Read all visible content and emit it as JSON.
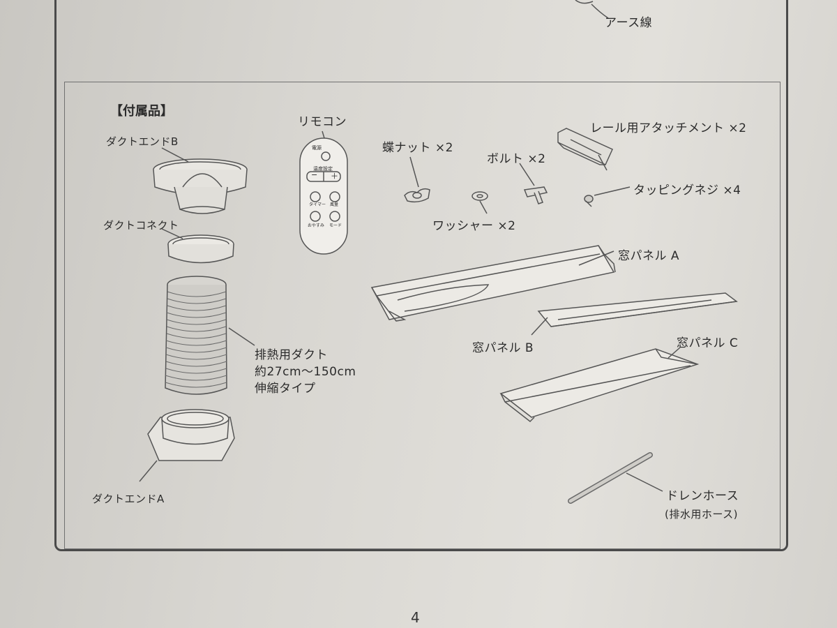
{
  "page": {
    "top_label": "アース線",
    "section_title": "【付属品】",
    "page_number": "4"
  },
  "parts": {
    "duct_end_b": "ダクトエンドB",
    "duct_connect": "ダクトコネクト",
    "exhaust_duct": {
      "line1": "排熱用ダクト",
      "line2": "約27cm〜150cm",
      "line3": "伸縮タイプ"
    },
    "duct_end_a": "ダクトエンドA",
    "remote": "リモコン",
    "wing_nut": "蝶ナット ×2",
    "washer": "ワッシャー ×2",
    "bolt": "ボルト ×2",
    "rail_attachment": "レール用アタッチメント ×2",
    "tapping_screw": "タッピングネジ ×4",
    "window_panel_a": "窓パネル A",
    "window_panel_b": "窓パネル B",
    "window_panel_c": "窓パネル C",
    "drain_hose": "ドレンホース",
    "drain_hose_note": "(排水用ホース)"
  },
  "remote_buttons": {
    "power": "電源",
    "temp": "温度設定",
    "minus": "−",
    "plus": "＋",
    "timer": "タイマー",
    "airflow": "風量",
    "sleep": "おやすみ",
    "mode": "モード"
  }
}
